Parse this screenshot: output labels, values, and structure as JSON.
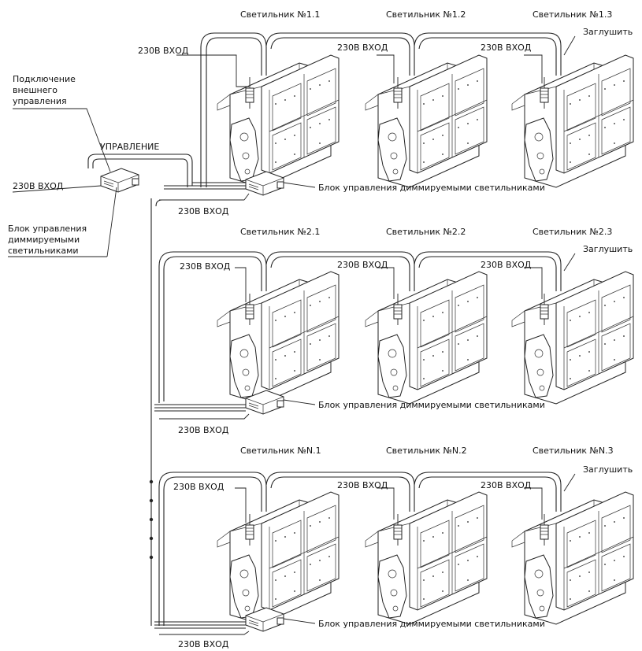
{
  "labels": {
    "input_230v": "230В ВХОД",
    "control": "УПРАВЛЕНИЕ",
    "plug": "Заглушить",
    "external_control": [
      "Подключение",
      "внешнего",
      "управления"
    ],
    "master_block": [
      "Блок управления",
      "диммируемыми",
      "светильниками"
    ],
    "control_block": "Блок управления диммируемыми светильниками"
  },
  "rows": [
    {
      "fixtures": [
        "Светильник №1.1",
        "Светильник №1.2",
        "Светильник №1.3"
      ]
    },
    {
      "fixtures": [
        "Светильник №2.1",
        "Светильник №2.2",
        "Светильник №2.3"
      ]
    },
    {
      "fixtures": [
        "Светильник №N.1",
        "Светильник №N.2",
        "Светильник №N.3"
      ]
    }
  ]
}
